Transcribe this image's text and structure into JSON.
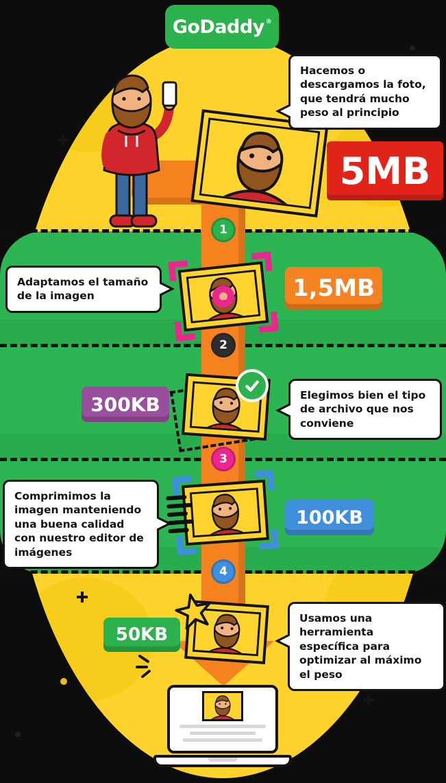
{
  "brand": {
    "name": "GoDaddy",
    "trademark": "®",
    "color": "#2BB24C"
  },
  "intro": {
    "bubble_text": "Hacemos o descargamos la foto, que tendrá mucho peso al principio",
    "size_label": "5MB",
    "size_color": "#E2231A",
    "character_icon": "man-holding-phone",
    "photo_icon": "original-photo-of-man"
  },
  "steps": [
    {
      "number": "1",
      "marker_color": "#2BB24C",
      "bubble_text": "Adaptamos el tamaño de la imagen",
      "bubble_side": "left",
      "size_label": "1,5MB",
      "size_color": "#F58220",
      "icon": "crop-resize-marks"
    },
    {
      "number": "2",
      "marker_color": "#2E2E2E",
      "bubble_text": "Elegimos bien el tipo de archivo que nos conviene",
      "bubble_side": "right",
      "size_label": "300KB",
      "size_color": "#9A4E9E",
      "icon": "check-circle"
    },
    {
      "number": "3",
      "marker_color": "#EC268F",
      "bubble_text": "Comprimimos la imagen manteniendo una buena calidad con nuestro editor de imágenes",
      "bubble_side": "left",
      "size_label": "100KB",
      "size_color": "#3F8FDC",
      "icon": "compression-brackets"
    },
    {
      "number": "4",
      "marker_color": "#3F8FDC",
      "bubble_text": "Usamos una herramienta específica para optimizar al máximo el peso",
      "bubble_side": "right",
      "size_label": "50KB",
      "size_color": "#2BB24C",
      "icon": "star-optimizer"
    }
  ],
  "footer": {
    "icon": "laptop-with-published-photo"
  },
  "palette": {
    "background": "#0d0d0d",
    "yellow": "#FFD32B",
    "green": "#2BB24C",
    "green_band": "#2CB152",
    "orange": "#F5821F",
    "red": "#E2231A",
    "pink": "#EC268F",
    "blue": "#3F8FDC",
    "purple": "#9A4E9E"
  }
}
